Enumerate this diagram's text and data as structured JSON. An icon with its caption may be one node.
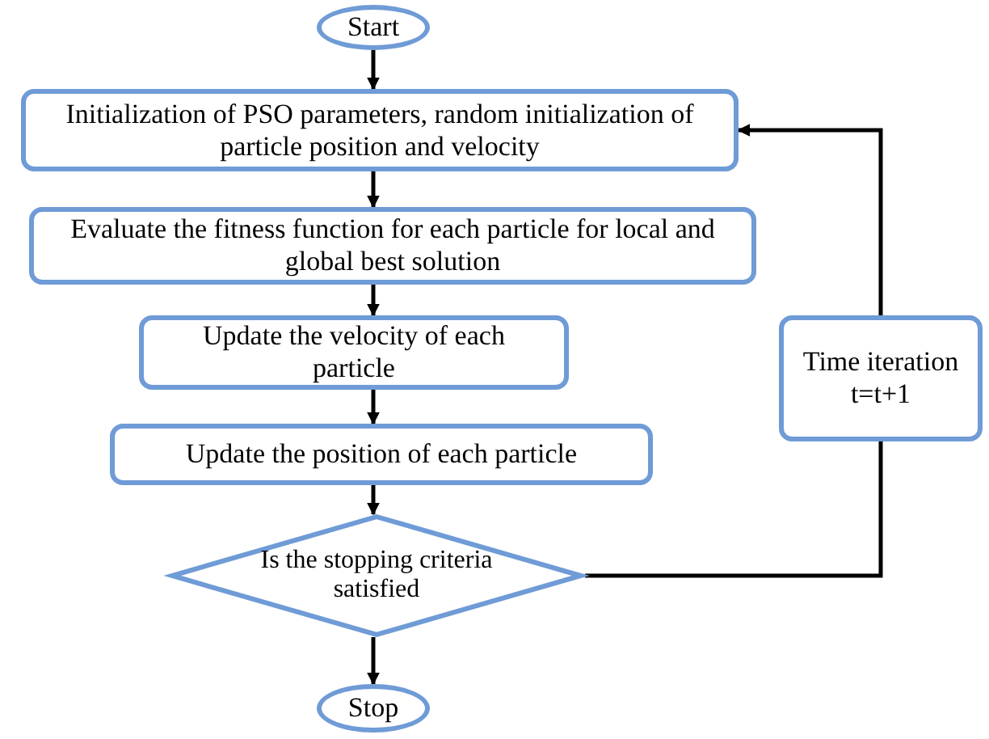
{
  "diagram": {
    "nodes": [
      {
        "text": [
          "Start"
        ]
      },
      {
        "text": [
          "Initialization of PSO parameters, random initialization of particle position and velocity"
        ]
      },
      {
        "text": [
          "Evaluate the fitness function for each particle for local and global best solution"
        ]
      },
      {
        "text": [
          "Update the velocity of each particle"
        ]
      },
      {
        "text": [
          "Update the position of each particle"
        ]
      },
      {
        "text": [
          "Is the stopping criteria satisfied"
        ]
      },
      {
        "text": [
          "Stop"
        ]
      },
      {
        "text": [
          "Time iteration t=t+1"
        ]
      }
    ],
    "edges": [
      {
        "from": 0,
        "to": 1,
        "arrow": "to"
      },
      {
        "from": 1,
        "to": 2,
        "arrow": "to"
      },
      {
        "from": 2,
        "to": 3,
        "arrow": "to"
      },
      {
        "from": 3,
        "to": 4,
        "arrow": "to"
      },
      {
        "from": 4,
        "to": 5,
        "arrow": "to"
      },
      {
        "from": 5,
        "to": 6,
        "arrow": "to"
      },
      {
        "from": 5,
        "to": 7,
        "arrow": "none"
      },
      {
        "from": 7,
        "to": 1,
        "arrow": "to"
      }
    ]
  }
}
